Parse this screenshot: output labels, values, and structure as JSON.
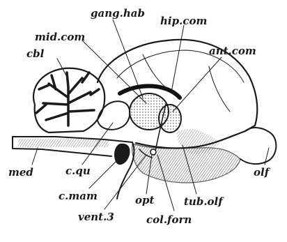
{
  "figure": {
    "labels": {
      "gang_hab": "gang.hab",
      "hip_com": "hip.com",
      "mid_com": "mid.com",
      "ant_com": "ant.com",
      "cbl": "cbl",
      "med": "med",
      "c_qu": "c.qu",
      "c_mam": "c.mam",
      "opt": "opt",
      "tub_olf": "tub.olf",
      "olf": "olf",
      "vent3": "vent.3",
      "col_forn": "col.forn"
    }
  }
}
